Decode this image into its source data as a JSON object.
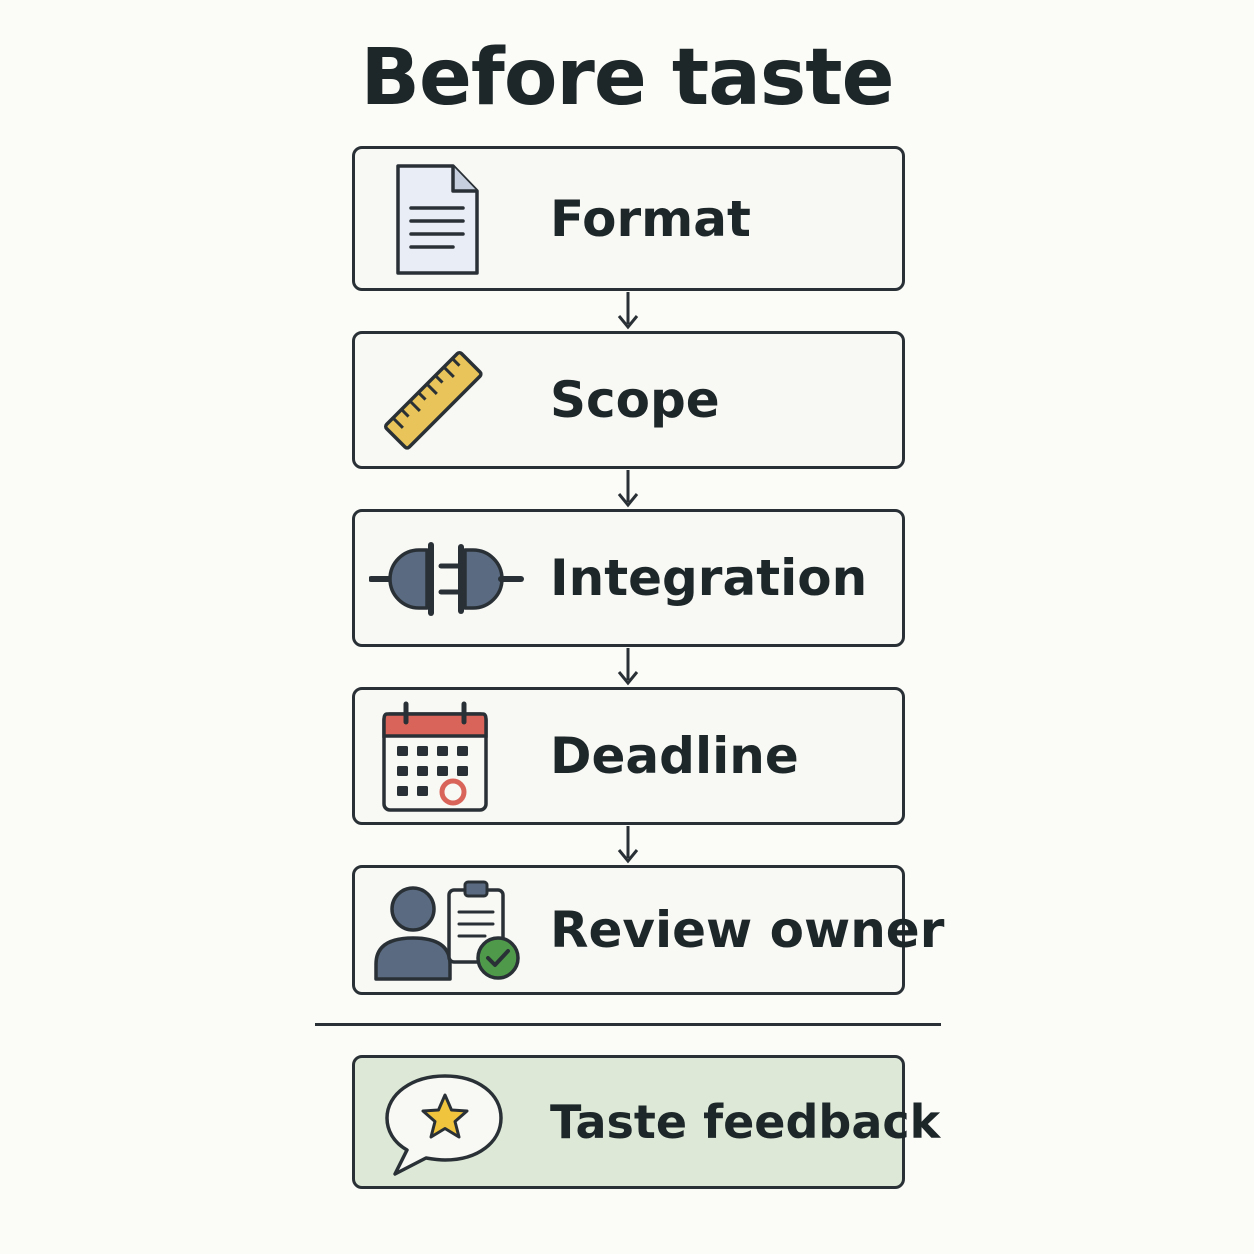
{
  "title": "Before taste",
  "steps": [
    {
      "label": "Format",
      "icon": "document-icon"
    },
    {
      "label": "Scope",
      "icon": "ruler-icon"
    },
    {
      "label": "Integration",
      "icon": "plug-icon"
    },
    {
      "label": "Deadline",
      "icon": "calendar-icon"
    },
    {
      "label": "Review owner",
      "icon": "person-clipboard-check-icon"
    }
  ],
  "final": {
    "label": "Taste feedback",
    "icon": "speech-bubble-star-icon"
  },
  "colors": {
    "final_fill": "#dde9d6",
    "ruler": "#e8c45a",
    "plug": "#5a6a80",
    "calendar_header": "#d9655a",
    "check": "#4f9a4a",
    "star": "#f0c43c"
  }
}
